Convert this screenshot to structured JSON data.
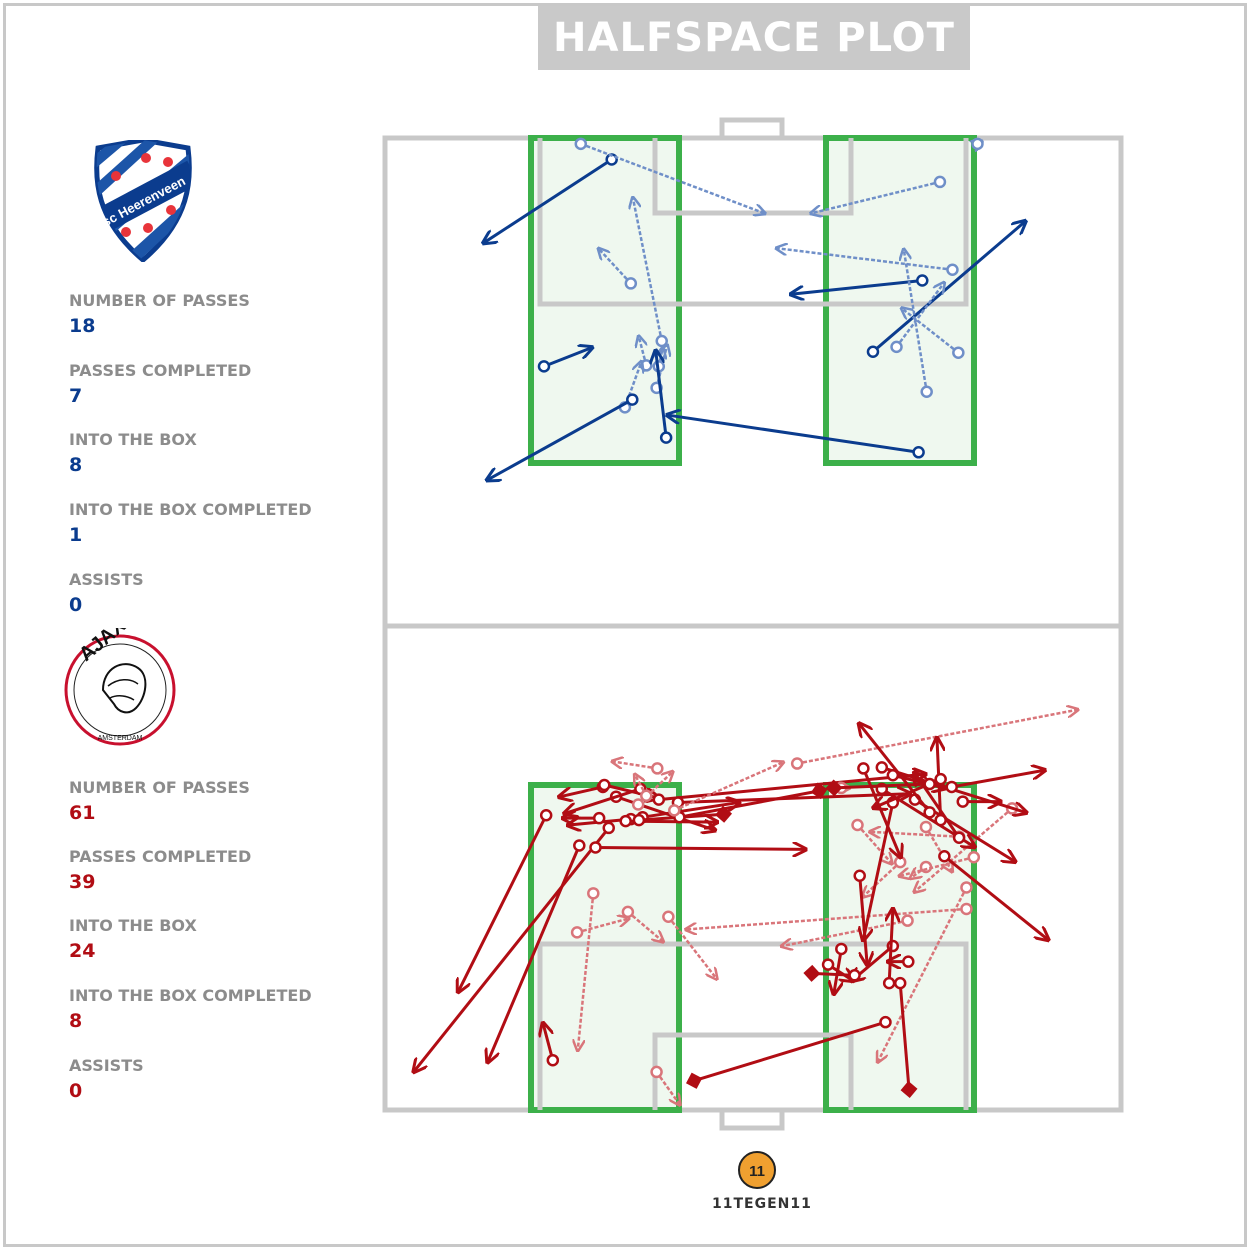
{
  "title": "HALFSPACE PLOT",
  "home": {
    "crest_text": "sc Heerenveen",
    "stats": [
      {
        "label": "NUMBER OF PASSES",
        "value": "18"
      },
      {
        "label": "PASSES COMPLETED",
        "value": "7"
      },
      {
        "label": "INTO THE BOX",
        "value": "8"
      },
      {
        "label": "INTO THE BOX COMPLETED",
        "value": "1"
      },
      {
        "label": "ASSISTS",
        "value": "0"
      }
    ]
  },
  "away": {
    "crest_text": "AJAX",
    "crest_subtext": "AMSTERDAM",
    "stats": [
      {
        "label": "NUMBER OF PASSES",
        "value": "61"
      },
      {
        "label": "PASSES COMPLETED",
        "value": "39"
      },
      {
        "label": "INTO THE BOX",
        "value": "24"
      },
      {
        "label": "INTO THE BOX COMPLETED",
        "value": "8"
      },
      {
        "label": "ASSISTS",
        "value": "0"
      }
    ]
  },
  "brand": {
    "logo_text": "11",
    "name": "11TEGEN11"
  },
  "colors": {
    "home_complete": "#0b3c8e",
    "home_incomplete": "#6f8fc8",
    "away_complete": "#b10d14",
    "away_incomplete": "#d9757a",
    "halfspace": "#3cb04a",
    "pitch_line": "#c8c8c8"
  },
  "chart_data": {
    "type": "scatter",
    "note_units": "pitch coordinates: x 0-100 across pitch width, y 0-50 distance from goal line of attacked goal",
    "series": [
      {
        "name": "sc Heerenveen",
        "passes": [
          {
            "x1": 30.8,
            "y1": 2.2,
            "x2": 13.5,
            "y2": 10.7,
            "done": true,
            "kind": "pass"
          },
          {
            "x1": 26.6,
            "y1": 0.6,
            "x2": 51.5,
            "y2": 7.7,
            "done": false,
            "kind": "pass"
          },
          {
            "x1": 75.4,
            "y1": 4.5,
            "x2": 58.0,
            "y2": 7.7,
            "done": false,
            "kind": "pass"
          },
          {
            "x1": 80.5,
            "y1": 0.6,
            "x2": 81.0,
            "y2": 0.4,
            "done": false,
            "kind": "pass"
          },
          {
            "x1": 33.4,
            "y1": 14.9,
            "x2": 29.1,
            "y2": 11.4,
            "done": false,
            "kind": "pass"
          },
          {
            "x1": 37.6,
            "y1": 20.8,
            "x2": 33.7,
            "y2": 6.2,
            "done": false,
            "kind": "pass"
          },
          {
            "x1": 77.1,
            "y1": 13.5,
            "x2": 53.3,
            "y2": 11.3,
            "done": false,
            "kind": "pass"
          },
          {
            "x1": 73.0,
            "y1": 14.6,
            "x2": 55.3,
            "y2": 16.0,
            "done": true,
            "kind": "pass"
          },
          {
            "x1": 66.3,
            "y1": 21.9,
            "x2": 86.9,
            "y2": 8.6,
            "done": true,
            "kind": "pass"
          },
          {
            "x1": 69.5,
            "y1": 21.4,
            "x2": 75.9,
            "y2": 14.9,
            "done": false,
            "kind": "pass"
          },
          {
            "x1": 77.9,
            "y1": 22.0,
            "x2": 70.3,
            "y2": 17.5,
            "done": false,
            "kind": "pass"
          },
          {
            "x1": 73.6,
            "y1": 26.0,
            "x2": 70.5,
            "y2": 11.5,
            "done": false,
            "kind": "pass"
          },
          {
            "x1": 21.6,
            "y1": 23.4,
            "x2": 28.0,
            "y2": 21.5,
            "done": true,
            "kind": "pass"
          },
          {
            "x1": 36.9,
            "y1": 25.6,
            "x2": 38.3,
            "y2": 21.3,
            "done": false,
            "kind": "pass"
          },
          {
            "x1": 37.2,
            "y1": 23.4,
            "x2": 37.7,
            "y2": 21.6,
            "done": false,
            "kind": "pass"
          },
          {
            "x1": 35.5,
            "y1": 23.3,
            "x2": 34.5,
            "y2": 20.4,
            "done": false,
            "kind": "pass"
          },
          {
            "x1": 32.6,
            "y1": 27.6,
            "x2": 34.8,
            "y2": 23.0,
            "done": false,
            "kind": "pass"
          },
          {
            "x1": 33.6,
            "y1": 26.8,
            "x2": 14.0,
            "y2": 35.0,
            "done": true,
            "kind": "pass"
          },
          {
            "x1": 38.2,
            "y1": 30.7,
            "x2": 36.8,
            "y2": 21.9,
            "done": true,
            "kind": "pass"
          },
          {
            "x1": 72.5,
            "y1": 32.2,
            "x2": 38.5,
            "y2": 28.4,
            "done": true,
            "kind": "pass"
          }
        ]
      },
      {
        "name": "Ajax",
        "passes": [
          {
            "x1": 21.9,
            "y1": 30.2,
            "x2": 10.0,
            "y2": 12.2,
            "done": true,
            "kind": "pass"
          },
          {
            "x1": 29.6,
            "y1": 33.1,
            "x2": 23.8,
            "y2": 32.1,
            "done": true,
            "kind": "pass"
          },
          {
            "x1": 31.4,
            "y1": 32.1,
            "x2": 44.7,
            "y2": 28.7,
            "done": true,
            "kind": "pass"
          },
          {
            "x1": 29.8,
            "y1": 33.3,
            "x2": 37.0,
            "y2": 32.0,
            "done": true,
            "kind": "pass"
          },
          {
            "x1": 34.4,
            "y1": 31.3,
            "x2": 39.0,
            "y2": 34.6,
            "done": false,
            "kind": "pass"
          },
          {
            "x1": 37.2,
            "y1": 31.8,
            "x2": 73.3,
            "y2": 34.4,
            "done": true,
            "kind": "pass"
          },
          {
            "x1": 33.4,
            "y1": 29.8,
            "x2": 25.0,
            "y2": 29.2,
            "done": true,
            "kind": "pass"
          },
          {
            "x1": 30.4,
            "y1": 28.9,
            "x2": 4.0,
            "y2": 4.0,
            "done": true,
            "kind": "pass"
          },
          {
            "x1": 29.1,
            "y1": 29.9,
            "x2": 24.3,
            "y2": 29.9,
            "done": true,
            "kind": "pass"
          },
          {
            "x1": 32.7,
            "y1": 29.6,
            "x2": 45.0,
            "y2": 29.5,
            "done": true,
            "kind": "pass"
          },
          {
            "x1": 26.4,
            "y1": 27.1,
            "x2": 14.0,
            "y2": 5.0,
            "done": true,
            "kind": "pass"
          },
          {
            "x1": 28.6,
            "y1": 26.9,
            "x2": 57.0,
            "y2": 26.7,
            "done": true,
            "kind": "pass"
          },
          {
            "x1": 35.0,
            "y1": 30.0,
            "x2": 48.0,
            "y2": 31.5,
            "done": true,
            "kind": "pass"
          },
          {
            "x1": 39.8,
            "y1": 31.5,
            "x2": 71.2,
            "y2": 32.4,
            "done": true,
            "kind": "pass"
          },
          {
            "x1": 34.7,
            "y1": 32.9,
            "x2": 24.5,
            "y2": 30.4,
            "done": true,
            "kind": "pass"
          },
          {
            "x1": 34.5,
            "y1": 29.7,
            "x2": 46.0,
            "y2": 30.3,
            "done": true,
            "kind": "kp"
          },
          {
            "x1": 40.0,
            "y1": 30.0,
            "x2": 59.0,
            "y2": 32.7,
            "done": true,
            "kind": "kp"
          },
          {
            "x1": 28.3,
            "y1": 22.2,
            "x2": 26.2,
            "y2": 6.2,
            "done": false,
            "kind": "pass"
          },
          {
            "x1": 39.3,
            "y1": 30.7,
            "x2": 54.0,
            "y2": 35.6,
            "done": false,
            "kind": "pass"
          },
          {
            "x1": 26.1,
            "y1": 18.2,
            "x2": 33.0,
            "y2": 19.6,
            "done": false,
            "kind": "pass"
          },
          {
            "x1": 33.0,
            "y1": 20.3,
            "x2": 37.7,
            "y2": 17.3,
            "done": false,
            "kind": "pass"
          },
          {
            "x1": 38.5,
            "y1": 19.8,
            "x2": 45.0,
            "y2": 13.5,
            "done": false,
            "kind": "pass"
          },
          {
            "x1": 79.0,
            "y1": 22.8,
            "x2": 67.0,
            "y2": 5.0,
            "done": false,
            "kind": "pass"
          },
          {
            "x1": 85.2,
            "y1": 30.9,
            "x2": 72.0,
            "y2": 22.4,
            "done": false,
            "kind": "pass"
          },
          {
            "x1": 35.5,
            "y1": 32.2,
            "x2": 34.0,
            "y2": 34.3,
            "done": false,
            "kind": "pass"
          },
          {
            "x1": 79.0,
            "y1": 20.6,
            "x2": 41.0,
            "y2": 18.5,
            "done": false,
            "kind": "pass"
          },
          {
            "x1": 71.0,
            "y1": 19.4,
            "x2": 54.0,
            "y2": 16.8,
            "done": false,
            "kind": "pass"
          },
          {
            "x1": 64.2,
            "y1": 29.2,
            "x2": 68.8,
            "y2": 25.3,
            "done": false,
            "kind": "pass"
          },
          {
            "x1": 70.0,
            "y1": 25.4,
            "x2": 65.0,
            "y2": 21.9,
            "done": false,
            "kind": "pass"
          },
          {
            "x1": 73.5,
            "y1": 24.9,
            "x2": 71.5,
            "y2": 23.8,
            "done": false,
            "kind": "pass"
          },
          {
            "x1": 80.0,
            "y1": 25.9,
            "x2": 70.0,
            "y2": 24.0,
            "done": false,
            "kind": "pass"
          },
          {
            "x1": 78.0,
            "y1": 28.0,
            "x2": 66.0,
            "y2": 28.5,
            "done": false,
            "kind": "pass"
          },
          {
            "x1": 56.0,
            "y1": 35.5,
            "x2": 94.0,
            "y2": 41.0,
            "done": false,
            "kind": "pass"
          },
          {
            "x1": 37.0,
            "y1": 35.0,
            "x2": 31.0,
            "y2": 35.7,
            "done": false,
            "kind": "pass"
          },
          {
            "x1": 62.0,
            "y1": 33.0,
            "x2": 63.0,
            "y2": 33.0,
            "done": false,
            "kind": "pass"
          },
          {
            "x1": 73.5,
            "y1": 29.0,
            "x2": 77.0,
            "y2": 24.5,
            "done": false,
            "kind": "pass"
          },
          {
            "x1": 22.8,
            "y1": 5.1,
            "x2": 21.5,
            "y2": 8.8,
            "done": true,
            "kind": "pass"
          },
          {
            "x1": 36.9,
            "y1": 3.9,
            "x2": 40.0,
            "y2": 0.6,
            "done": false,
            "kind": "pass"
          },
          {
            "x1": 69.0,
            "y1": 16.8,
            "x2": 63.5,
            "y2": 13.3,
            "done": true,
            "kind": "pass"
          },
          {
            "x1": 71.1,
            "y1": 15.2,
            "x2": 68.5,
            "y2": 15.2,
            "done": true,
            "kind": "pass"
          },
          {
            "x1": 68.5,
            "y1": 13.0,
            "x2": 69.0,
            "y2": 20.5,
            "done": true,
            "kind": "pass"
          },
          {
            "x1": 62.0,
            "y1": 16.5,
            "x2": 61.0,
            "y2": 12.0,
            "done": true,
            "kind": "pass"
          },
          {
            "x1": 60.2,
            "y1": 14.9,
            "x2": 63.5,
            "y2": 13.3,
            "done": true,
            "kind": "pass"
          },
          {
            "x1": 63.8,
            "y1": 13.8,
            "x2": 58.0,
            "y2": 14.0,
            "done": true,
            "kind": "kp"
          },
          {
            "x1": 64.5,
            "y1": 24.0,
            "x2": 65.5,
            "y2": 15.0,
            "done": true,
            "kind": "pass"
          },
          {
            "x1": 69.0,
            "y1": 31.5,
            "x2": 65.0,
            "y2": 17.5,
            "done": true,
            "kind": "pass"
          },
          {
            "x1": 67.5,
            "y1": 35.1,
            "x2": 87.0,
            "y2": 30.5,
            "done": true,
            "kind": "pass"
          },
          {
            "x1": 65.0,
            "y1": 35.0,
            "x2": 70.0,
            "y2": 26.0,
            "done": true,
            "kind": "pass"
          },
          {
            "x1": 67.5,
            "y1": 32.9,
            "x2": 80.0,
            "y2": 27.0,
            "done": true,
            "kind": "pass"
          },
          {
            "x1": 69.0,
            "y1": 34.3,
            "x2": 76.0,
            "y2": 33.0,
            "done": true,
            "kind": "pass"
          },
          {
            "x1": 72.0,
            "y1": 31.8,
            "x2": 85.5,
            "y2": 25.5,
            "done": true,
            "kind": "pass"
          },
          {
            "x1": 74.0,
            "y1": 30.5,
            "x2": 64.5,
            "y2": 39.5,
            "done": true,
            "kind": "pass"
          },
          {
            "x1": 75.5,
            "y1": 29.7,
            "x2": 75.0,
            "y2": 38.0,
            "done": true,
            "kind": "pass"
          },
          {
            "x1": 78.0,
            "y1": 27.9,
            "x2": 72.0,
            "y2": 34.5,
            "done": true,
            "kind": "pass"
          },
          {
            "x1": 76.0,
            "y1": 26.0,
            "x2": 90.0,
            "y2": 17.5,
            "done": true,
            "kind": "pass"
          },
          {
            "x1": 75.5,
            "y1": 33.9,
            "x2": 66.5,
            "y2": 31.0,
            "done": true,
            "kind": "pass"
          },
          {
            "x1": 78.5,
            "y1": 31.6,
            "x2": 83.5,
            "y2": 31.6,
            "done": true,
            "kind": "pass"
          },
          {
            "x1": 77.0,
            "y1": 33.1,
            "x2": 89.5,
            "y2": 34.8,
            "done": true,
            "kind": "pass"
          },
          {
            "x1": 74.0,
            "y1": 33.4,
            "x2": 61.0,
            "y2": 33.0,
            "done": true,
            "kind": "kp"
          },
          {
            "x1": 70.0,
            "y1": 13.0,
            "x2": 71.2,
            "y2": 2.1,
            "done": true,
            "kind": "kp"
          },
          {
            "x1": 68.0,
            "y1": 9.0,
            "x2": 42.0,
            "y2": 3.0,
            "done": true,
            "kind": "kp"
          }
        ]
      }
    ]
  }
}
